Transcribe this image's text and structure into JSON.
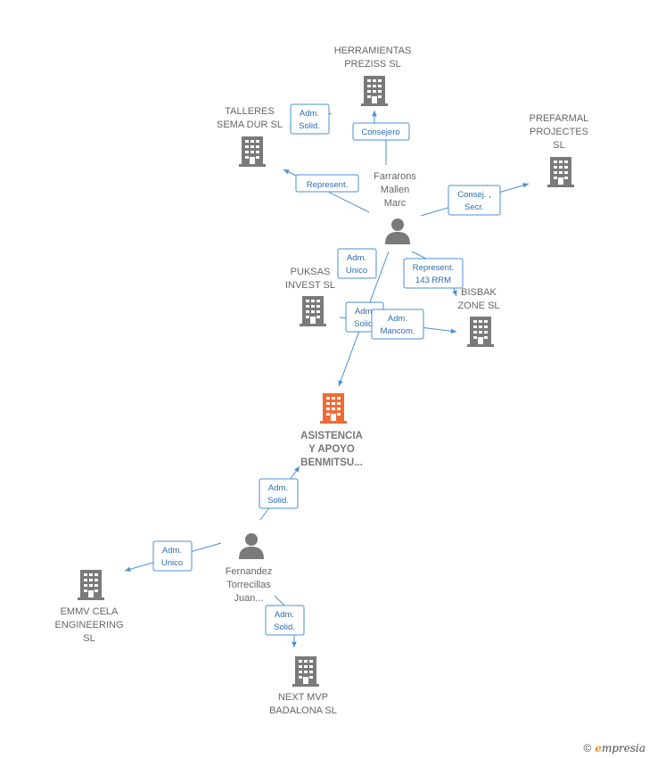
{
  "colors": {
    "edge": "#4a8fd4",
    "building": "#7a7a7a",
    "main_building": "#f06a35",
    "person": "#7a7a7a"
  },
  "nodes": [
    {
      "id": "herramientas",
      "kind": "company",
      "lines": [
        "HERRAMIENTAS",
        "PREZISS SL"
      ]
    },
    {
      "id": "talleres",
      "kind": "company",
      "lines": [
        "TALLERES",
        "SEMA DUR SL"
      ]
    },
    {
      "id": "prefarmal",
      "kind": "company",
      "lines": [
        "PREFARMAL",
        "PROJECTES",
        "SL"
      ]
    },
    {
      "id": "farrarons",
      "kind": "person",
      "lines": [
        "Farrarons",
        "Mallen",
        "Marc"
      ]
    },
    {
      "id": "puksas",
      "kind": "company",
      "lines": [
        "PUKSAS",
        "INVEST  SL"
      ]
    },
    {
      "id": "bisbak",
      "kind": "company",
      "lines": [
        "BISBAK",
        "ZONE  SL"
      ]
    },
    {
      "id": "asistencia",
      "kind": "main",
      "lines": [
        "ASISTENCIA",
        "Y APOYO",
        "BENMITSU..."
      ]
    },
    {
      "id": "fernandez",
      "kind": "person",
      "lines": [
        "Fernandez",
        "Torrecillas",
        "Juan..."
      ]
    },
    {
      "id": "emmv",
      "kind": "company",
      "lines": [
        "EMMV CELA",
        "ENGINEERING",
        "SL"
      ]
    },
    {
      "id": "nextmvp",
      "kind": "company",
      "lines": [
        "NEXT MVP",
        "BADALONA  SL"
      ]
    }
  ],
  "edges": [
    {
      "id": "e1",
      "lines": [
        "Consejero"
      ]
    },
    {
      "id": "e2",
      "lines": [
        "Adm.",
        "Solid."
      ]
    },
    {
      "id": "e3",
      "lines": [
        "Represent."
      ]
    },
    {
      "id": "e4",
      "lines": [
        "Consej. ,",
        "Secr."
      ]
    },
    {
      "id": "e5",
      "lines": [
        "Adm.",
        "Unico"
      ]
    },
    {
      "id": "e6",
      "lines": [
        "Represent.",
        "143 RRM"
      ]
    },
    {
      "id": "e7",
      "lines": [
        "Adm.",
        "Solid."
      ]
    },
    {
      "id": "e8",
      "lines": [
        "Adm.",
        "Mancom."
      ]
    },
    {
      "id": "e9",
      "lines": [
        "Adm.",
        "Solid."
      ]
    },
    {
      "id": "e10",
      "lines": [
        "Adm.",
        "Unico"
      ]
    },
    {
      "id": "e11",
      "lines": [
        "Adm.",
        "Solid."
      ]
    }
  ],
  "footer": {
    "copyright": "©",
    "brand_initial": "e",
    "brand_rest": "mpresia"
  }
}
